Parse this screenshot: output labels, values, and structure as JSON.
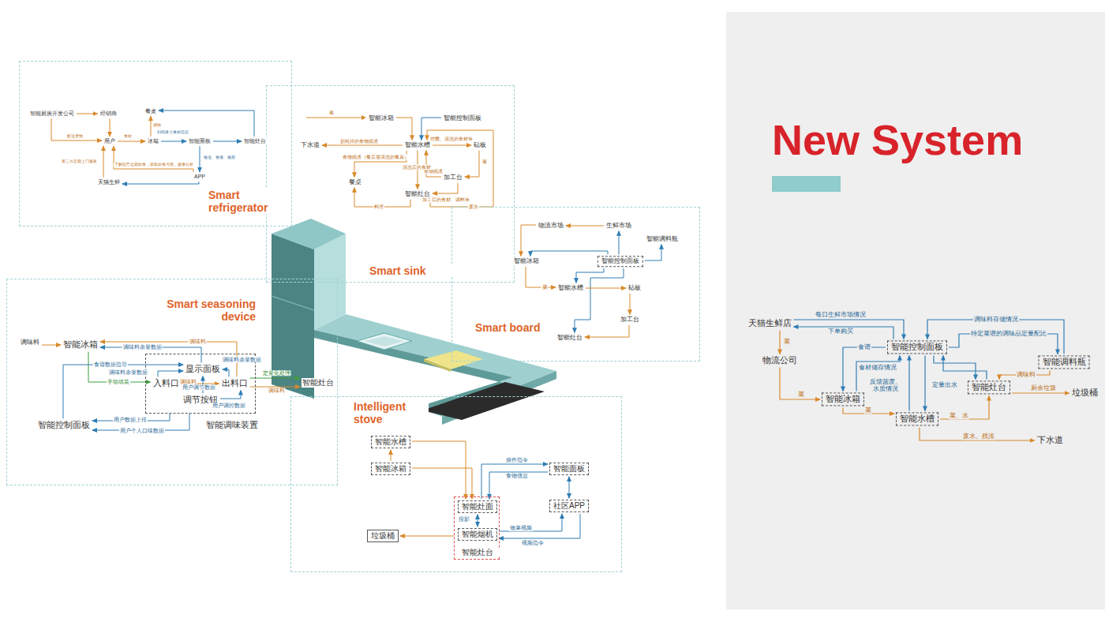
{
  "diagram": {
    "title": "New System",
    "nodes": [
      {
        "text": [
          "Smart refrigerator"
        ]
      },
      {
        "text": [
          "智能厨房开发公司"
        ],
        "in": 0
      },
      {
        "text": [
          "经销商"
        ],
        "in": 0
      },
      {
        "text": [
          "餐桌"
        ],
        "in": 0
      },
      {
        "text": [
          "用户"
        ],
        "in": 0
      },
      {
        "text": [
          "冰箱"
        ],
        "in": 0
      },
      {
        "text": [
          "智能面板"
        ],
        "in": 0
      },
      {
        "text": [
          "智能灶台"
        ],
        "in": 0
      },
      {
        "text": [
          "APP"
        ],
        "in": 0
      },
      {
        "text": [
          "天猫生鲜"
        ],
        "in": 0
      },
      {
        "text": [
          "Smart sink"
        ]
      },
      {
        "text": [
          "智能冰箱"
        ],
        "in": 10
      },
      {
        "text": [
          "智能控制面板"
        ],
        "in": 10
      },
      {
        "text": [
          "下水道"
        ],
        "in": 10
      },
      {
        "text": [
          "智能水槽"
        ],
        "in": 10
      },
      {
        "text": [
          "砧板"
        ],
        "in": 10
      },
      {
        "text": [
          "加工台"
        ],
        "in": 10
      },
      {
        "text": [
          "餐桌"
        ],
        "in": 10
      },
      {
        "text": [
          "智能灶台"
        ],
        "in": 10
      },
      {
        "text": [
          "Smart board"
        ]
      },
      {
        "text": [
          "物流市场"
        ],
        "in": 19
      },
      {
        "text": [
          "生鲜市场"
        ],
        "in": 19
      },
      {
        "text": [
          "智能调料瓶"
        ],
        "in": 19
      },
      {
        "text": [
          "智能冰箱"
        ],
        "in": 19
      },
      {
        "text": [
          "智能控制面板"
        ],
        "in": 19
      },
      {
        "text": [
          "智能水槽"
        ],
        "in": 19
      },
      {
        "text": [
          "砧板"
        ],
        "in": 19
      },
      {
        "text": [
          "加工台"
        ],
        "in": 19
      },
      {
        "text": [
          "智能灶台"
        ],
        "in": 19
      },
      {
        "text": [
          "Smart seasoning device"
        ]
      },
      {
        "text": [
          "调味料"
        ],
        "in": 29
      },
      {
        "text": [
          "智能冰箱"
        ],
        "in": 29
      },
      {
        "text": [
          "智能调味装置"
        ],
        "in": 29
      },
      {
        "text": [
          "显示面板"
        ],
        "in": 32
      },
      {
        "text": [
          "入料口"
        ],
        "in": 32
      },
      {
        "text": [
          "出料口"
        ],
        "in": 32
      },
      {
        "text": [
          "调节按钮"
        ],
        "in": 32
      },
      {
        "text": [
          "智能控制面板"
        ],
        "in": 29
      },
      {
        "text": [
          "智能灶台"
        ],
        "in": 29
      },
      {
        "text": [
          "Intelligent stove"
        ]
      },
      {
        "text": [
          "智能水槽"
        ],
        "in": 39
      },
      {
        "text": [
          "智能冰箱"
        ],
        "in": 39
      },
      {
        "text": [
          "智能灶台"
        ],
        "in": 39
      },
      {
        "text": [
          "智能灶面"
        ],
        "in": 42
      },
      {
        "text": [
          "智能烟机"
        ],
        "in": 42
      },
      {
        "text": [
          "智能面板"
        ],
        "in": 39
      },
      {
        "text": [
          "社区APP"
        ],
        "in": 39
      },
      {
        "text": [
          "垃圾桶"
        ],
        "in": 39
      },
      {
        "text": [
          "天猫生鲜店"
        ]
      },
      {
        "text": [
          "物流公司"
        ]
      },
      {
        "text": [
          "智能控制面板"
        ]
      },
      {
        "text": [
          "智能调料瓶"
        ]
      },
      {
        "text": [
          "智能灶台"
        ]
      },
      {
        "text": [
          "智能冰箱"
        ]
      },
      {
        "text": [
          "智能水槽"
        ]
      },
      {
        "text": [
          "垃圾桶"
        ]
      },
      {
        "text": [
          "下水道"
        ]
      }
    ],
    "edges": [
      {
        "from": 1,
        "to": 2,
        "arrow": "to"
      },
      {
        "from": 1,
        "to": 4,
        "label": "配送货物",
        "arrow": "to"
      },
      {
        "from": 2,
        "to": 4,
        "arrow": "to"
      },
      {
        "from": 4,
        "to": 5,
        "label": "食材",
        "arrow": "to"
      },
      {
        "from": 5,
        "to": 3,
        "label": "储物",
        "arrow": "to"
      },
      {
        "from": 7,
        "to": 3,
        "arrow": "to"
      },
      {
        "from": 5,
        "to": 6,
        "label": "扫码录入食材信息",
        "arrow": "to"
      },
      {
        "from": 6,
        "to": 7,
        "arrow": "to"
      },
      {
        "from": 6,
        "to": 8,
        "label": "推送、食谱、推荐",
        "arrow": "to"
      },
      {
        "from": 8,
        "to": 4,
        "label": "了解自己近期饮食，获取饮食习惯，健康分析",
        "arrow": "to"
      },
      {
        "from": 8,
        "to": 9,
        "arrow": "to"
      },
      {
        "from": 9,
        "to": 4,
        "label": "第三方定期上门服务",
        "arrow": "to"
      },
      {
        "from": 11,
        "to": 14,
        "arrow": "to"
      },
      {
        "from": 12,
        "to": 14,
        "arrow": "to"
      },
      {
        "from": 14,
        "to": 13,
        "label": "损耗掉的食物残渣",
        "arrow": "to"
      },
      {
        "from": 14,
        "to": 15,
        "label": "控菌、清洗的食材等",
        "arrow": "to"
      },
      {
        "from": 15,
        "to": 16,
        "label": "菜",
        "arrow": "to"
      },
      {
        "from": 16,
        "to": 14,
        "label": "食物残渣",
        "arrow": "to"
      },
      {
        "from": 16,
        "to": 18,
        "label": "加工后的食材、调料等",
        "arrow": "to"
      },
      {
        "from": 14,
        "to": 18,
        "label": "清洗后的食材",
        "arrow": "to"
      },
      {
        "from": 14,
        "to": 17,
        "label": "食物残渣（餐后需清洗的餐具）",
        "arrow": "to"
      },
      {
        "from": 18,
        "to": 14,
        "label": "废水",
        "arrow": "to"
      },
      {
        "from": 18,
        "to": 17,
        "label": "料理",
        "arrow": "to"
      },
      {
        "from": 21,
        "to": 20,
        "arrow": "to"
      },
      {
        "from": 20,
        "to": 23,
        "arrow": "to"
      },
      {
        "from": 24,
        "to": 21,
        "arrow": "to"
      },
      {
        "from": 24,
        "to": 22,
        "arrow": "to"
      },
      {
        "from": 23,
        "to": 25,
        "label": "菜",
        "arrow": "to"
      },
      {
        "from": 24,
        "to": 23,
        "arrow": "to"
      },
      {
        "from": 24,
        "to": 25,
        "arrow": "to"
      },
      {
        "from": 24,
        "to": 28,
        "arrow": "to"
      },
      {
        "from": 25,
        "to": 26,
        "arrow": "to"
      },
      {
        "from": 26,
        "to": 27,
        "arrow": "to"
      },
      {
        "from": 27,
        "to": 28,
        "arrow": "to"
      },
      {
        "from": 30,
        "to": 31,
        "arrow": "to"
      },
      {
        "from": 31,
        "to": 34,
        "label": "手动填装",
        "arrow": "to"
      },
      {
        "from": 35,
        "to": 31,
        "label": "调味料",
        "arrow": "to"
      },
      {
        "from": 33,
        "to": 31,
        "label": "调味料余量数据",
        "arrow": "to"
      },
      {
        "from": 34,
        "to": 33,
        "label": "调味料余量数据",
        "arrow": "to"
      },
      {
        "from": 35,
        "to": 33,
        "label": "调味料余量数据",
        "arrow": "to"
      },
      {
        "from": 34,
        "to": 35,
        "label": "调味料",
        "arrow": "to"
      },
      {
        "from": 36,
        "to": 35,
        "label": "用户调控数据",
        "arrow": "to"
      },
      {
        "from": 36,
        "to": 33,
        "label": "用户调节数据",
        "arrow": "to"
      },
      {
        "from": 35,
        "to": 38,
        "label": "定量化处理",
        "arrow": "to"
      },
      {
        "from": 35,
        "to": 38,
        "label": "调味料",
        "arrow": "to"
      },
      {
        "from": 32,
        "to": 37,
        "label": "用户数据上传",
        "arrow": "to"
      },
      {
        "from": 32,
        "to": 37,
        "label": "用户个人口味数据",
        "arrow": "to"
      },
      {
        "from": 37,
        "to": 33,
        "label": "食谱数据指导",
        "arrow": "to"
      },
      {
        "from": 41,
        "to": 40,
        "arrow": "to"
      },
      {
        "from": 40,
        "to": 43,
        "arrow": "to"
      },
      {
        "from": 41,
        "to": 43,
        "arrow": "to"
      },
      {
        "from": 43,
        "to": 45,
        "label": "操作指令",
        "arrow": "to"
      },
      {
        "from": 45,
        "to": 43,
        "label": "食物信息",
        "arrow": "to"
      },
      {
        "from": 45,
        "to": 46,
        "arrow": "both"
      },
      {
        "from": 43,
        "to": 44,
        "label": "投影",
        "arrow": "both"
      },
      {
        "from": 44,
        "to": 46,
        "label": "做菜视频",
        "arrow": "to"
      },
      {
        "from": 46,
        "to": 44,
        "label": "视频指令",
        "arrow": "to"
      },
      {
        "from": 42,
        "to": 47,
        "arrow": "to"
      },
      {
        "from": 48,
        "to": 50,
        "label": "每日生鲜市场情况",
        "arrow": "to"
      },
      {
        "from": 50,
        "to": 48,
        "label": "下单购买",
        "arrow": "to"
      },
      {
        "from": 48,
        "to": 49,
        "label": "菜",
        "arrow": "to"
      },
      {
        "from": 49,
        "to": 53,
        "label": "菜",
        "arrow": "to"
      },
      {
        "from": 50,
        "to": 53,
        "label": "食谱",
        "arrow": "to"
      },
      {
        "from": 53,
        "to": 50,
        "label": "食材储存情况",
        "arrow": "to"
      },
      {
        "from": 51,
        "to": 50,
        "label": "调味料存储情况",
        "arrow": "to"
      },
      {
        "from": 50,
        "to": 51,
        "label": "特定菜谱的调味品定量配比",
        "arrow": "to"
      },
      {
        "from": 50,
        "to": 52,
        "arrow": "to"
      },
      {
        "from": 52,
        "to": 50,
        "arrow": "to"
      },
      {
        "from": 51,
        "to": 52,
        "label": "调味料",
        "arrow": "to"
      },
      {
        "from": 52,
        "to": 55,
        "label": "厨余垃圾",
        "arrow": "to"
      },
      {
        "from": 53,
        "to": 54,
        "label": "菜",
        "arrow": "to"
      },
      {
        "from": 54,
        "to": 52,
        "label": "菜、水",
        "arrow": "to"
      },
      {
        "from": 54,
        "to": 56,
        "label": "废水、残渣",
        "arrow": "to"
      },
      {
        "from": 54,
        "to": 50,
        "label": "反馈菌度、水质情况",
        "arrow": "to"
      },
      {
        "from": 50,
        "to": 54,
        "label": "定量出水",
        "arrow": "to"
      }
    ],
    "labels": [
      "菜"
    ]
  }
}
